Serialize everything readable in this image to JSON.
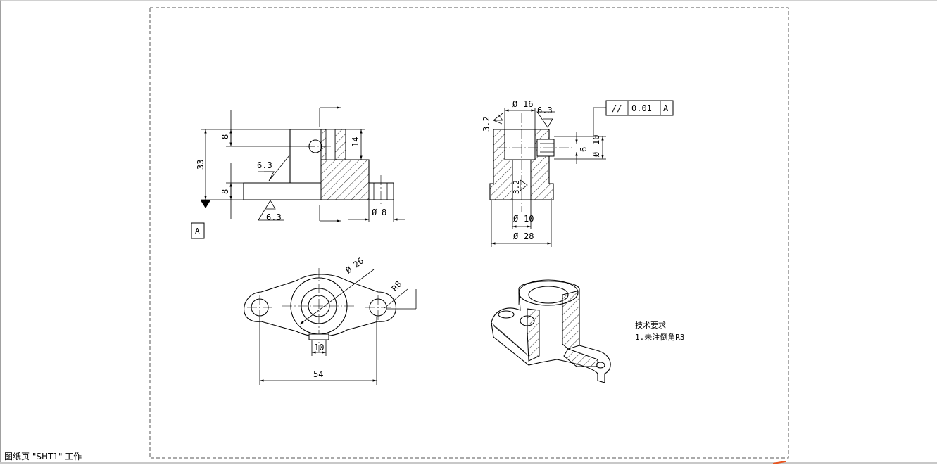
{
  "sheet": {
    "status_label": "图纸页 \"SHT1\" 工作",
    "border_style": "dashed"
  },
  "front_view": {
    "dims": {
      "d8_top": "8",
      "d33": "33",
      "d8_bottom": "8",
      "d14": "14",
      "d8_dia": "8"
    },
    "dia_prefix": "Ø",
    "roughness_top": "6.3",
    "roughness_bottom": "6.3",
    "datum_label": "A"
  },
  "side_view": {
    "roughness_left": "3.2",
    "roughness_right": "6.3",
    "roughness_inner": "3.2",
    "dia_16": "16",
    "dia_10": "10",
    "dia_28": "28",
    "dia_6": "6",
    "dia_10_right": "10",
    "dia_prefix": "Ø",
    "tolerance_symbol": "//",
    "tolerance_value": "0.01",
    "tolerance_datum": "A"
  },
  "top_view": {
    "dia_26": "26",
    "dia_prefix": "Ø",
    "r8": "R8",
    "d10": "10",
    "d54": "54"
  },
  "notes": {
    "title": "技术要求",
    "line1": "1.未注倒角R3"
  },
  "colors": {
    "accent_mark": "#e8551f",
    "line": "#000000",
    "sheet_border": "#555555"
  }
}
